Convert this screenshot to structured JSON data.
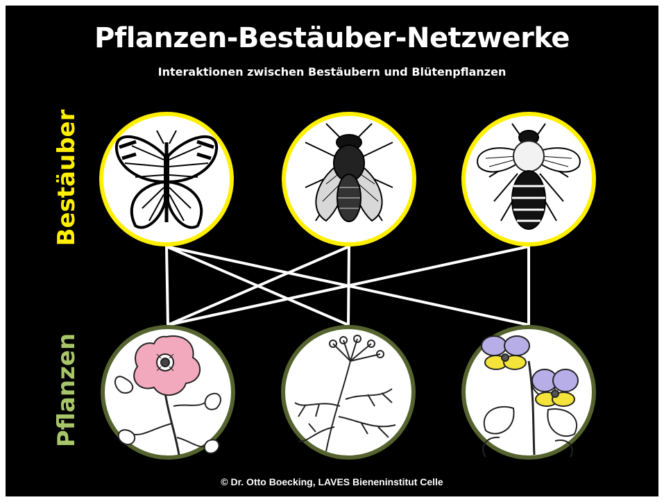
{
  "title": "Pflanzen-Bestäuber-Netzwerke",
  "subtitle": "Interaktionen zwischen Bestäubern und Blütenpflanzen",
  "labels": {
    "pollinators": "Bestäuber",
    "plants": "Pflanzen"
  },
  "credit": "© Dr. Otto Boecking, LAVES Bieneninstitut Celle",
  "colors": {
    "background": "#000000",
    "pollinator_ring": "#ffef00",
    "plant_ring": "#55632f",
    "pollinators_label": "#ffef00",
    "plants_label": "#a8c56a",
    "links": "#ffffff"
  },
  "pollinators": [
    {
      "name": "butterfly",
      "icon": "butterfly-icon"
    },
    {
      "name": "fly",
      "icon": "fly-icon"
    },
    {
      "name": "bee",
      "icon": "bee-icon"
    }
  ],
  "plants": [
    {
      "name": "rose",
      "icon": "rose-icon"
    },
    {
      "name": "umbellifer",
      "icon": "umbellifer-icon"
    },
    {
      "name": "pansy",
      "icon": "pansy-icon"
    }
  ],
  "links": [
    [
      0,
      0
    ],
    [
      0,
      1
    ],
    [
      0,
      2
    ],
    [
      1,
      0
    ],
    [
      1,
      1
    ],
    [
      2,
      0
    ],
    [
      2,
      2
    ]
  ]
}
